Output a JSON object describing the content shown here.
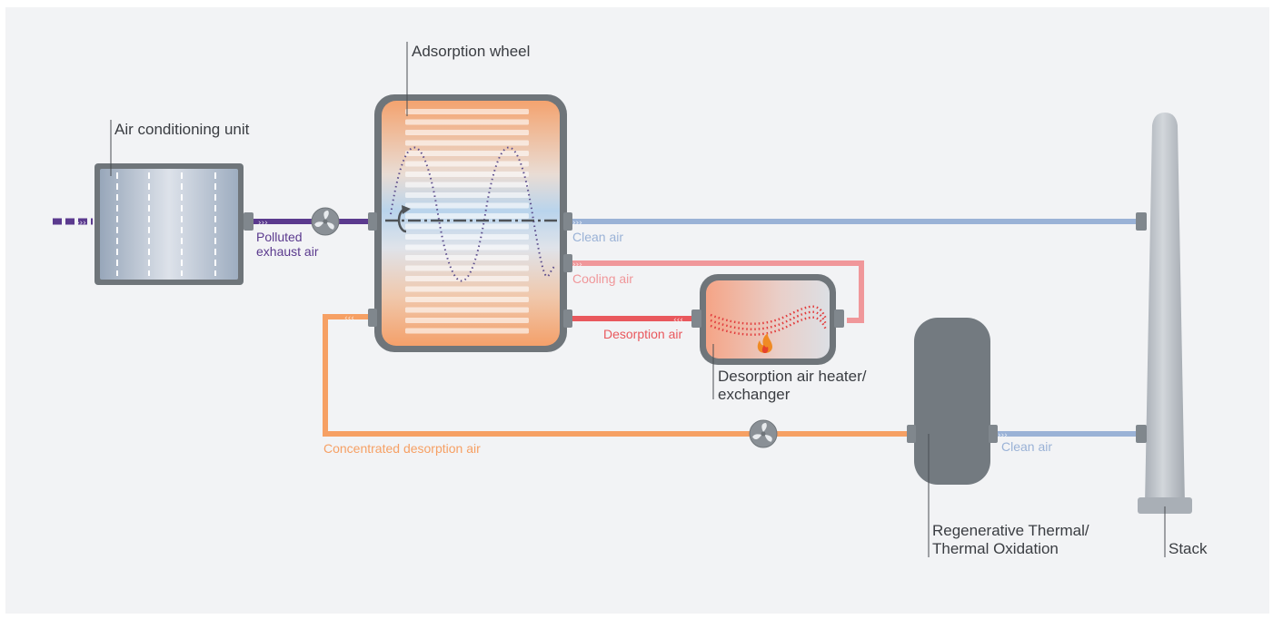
{
  "labels": {
    "air_conditioning_unit": "Air conditioning unit",
    "adsorption_wheel": "Adsorption wheel",
    "polluted_line1": "Polluted",
    "polluted_line2": "exhaust air",
    "clean_air_top": "Clean air",
    "cooling_air": "Cooling air",
    "desorption_air": "Desorption air",
    "heater_line1": "Desorption air heater/",
    "heater_line2": "exchanger",
    "concentrated_desorption_air": "Concentrated desorption air",
    "clean_air_bottom": "Clean air",
    "oxidizer_line1": "Regenerative Thermal/",
    "oxidizer_line2": "Thermal Oxidation",
    "stack": "Stack"
  },
  "colors": {
    "polluted": "#5b3a8e",
    "clean": "#9ab2d6",
    "cooling": "#f0979a",
    "desorption": "#e9585d",
    "concentrated": "#f6a064",
    "equipment": "#6f757a",
    "label_text": "#3a3d42"
  },
  "icons": {
    "fan": "fan-icon",
    "flame": "flame-icon",
    "rotation": "rotation-arrow-icon",
    "flow_chevrons": "chevron-flow-icon"
  }
}
